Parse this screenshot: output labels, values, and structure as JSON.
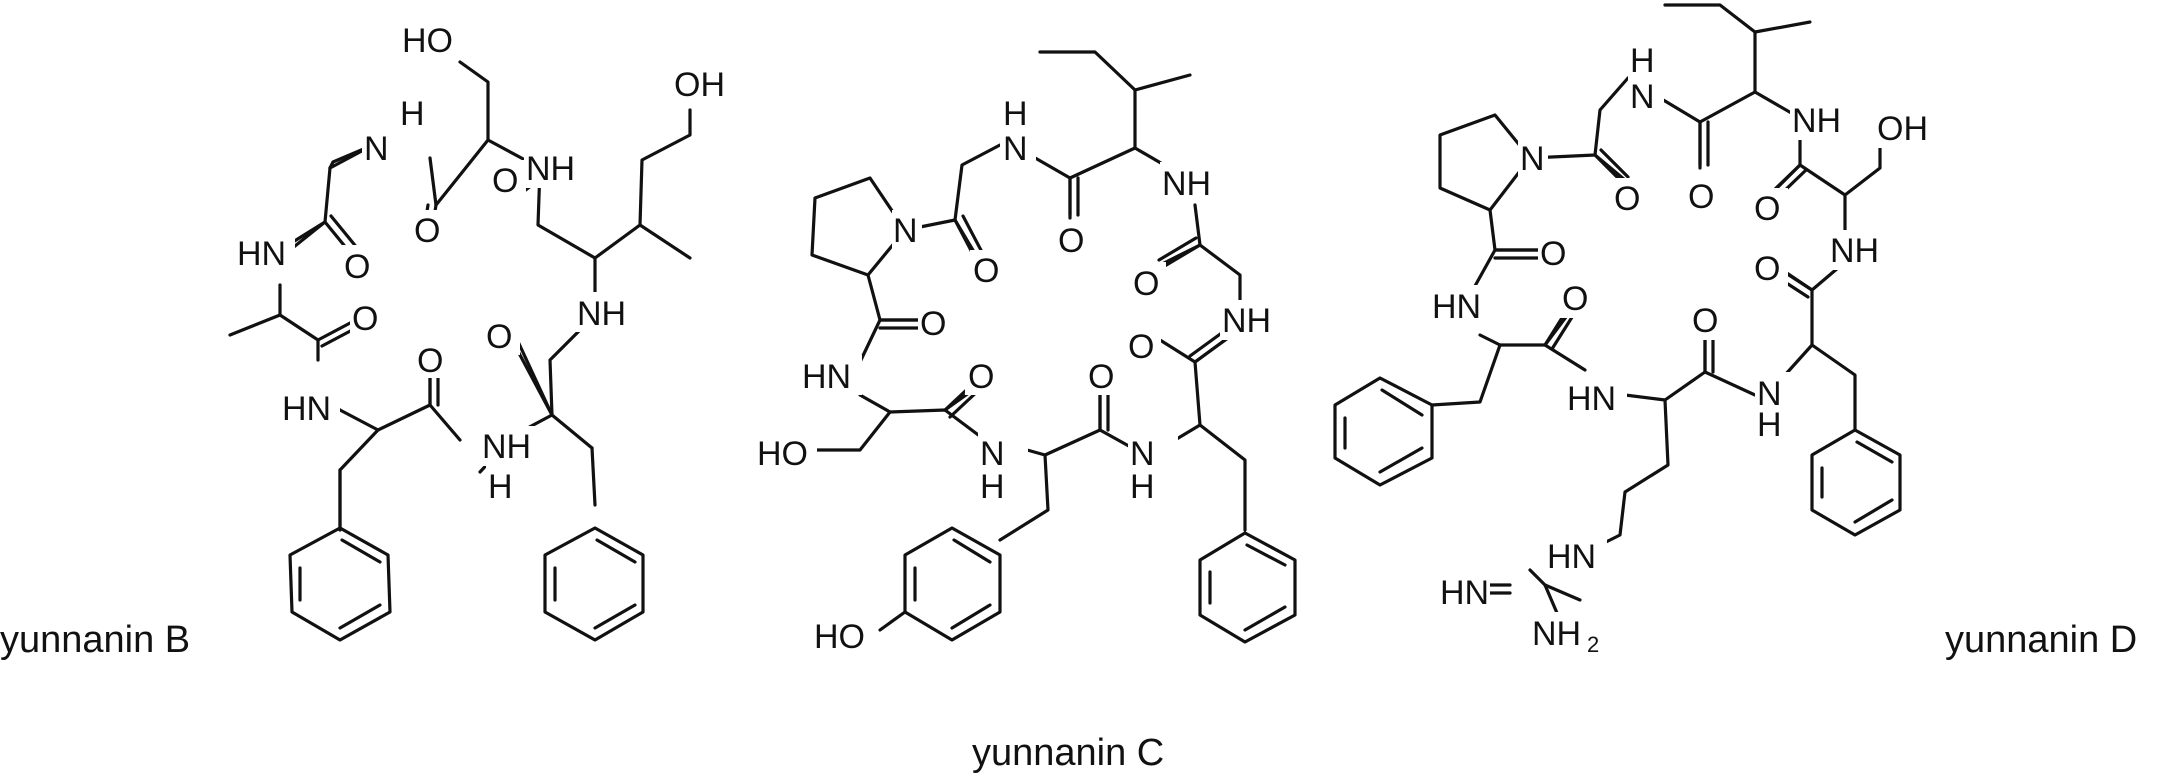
{
  "compounds": [
    {
      "name": "yunnanin B"
    },
    {
      "name": "yunnanin C"
    },
    {
      "name": "yunnanin D"
    }
  ],
  "atom_labels": {
    "OH": "OH",
    "HO": "HO",
    "NH": "NH",
    "HN": "HN",
    "H": "H",
    "N": "N",
    "O": "O",
    "HN_eq": "HN",
    "NH2": "NH",
    "two": "2"
  }
}
